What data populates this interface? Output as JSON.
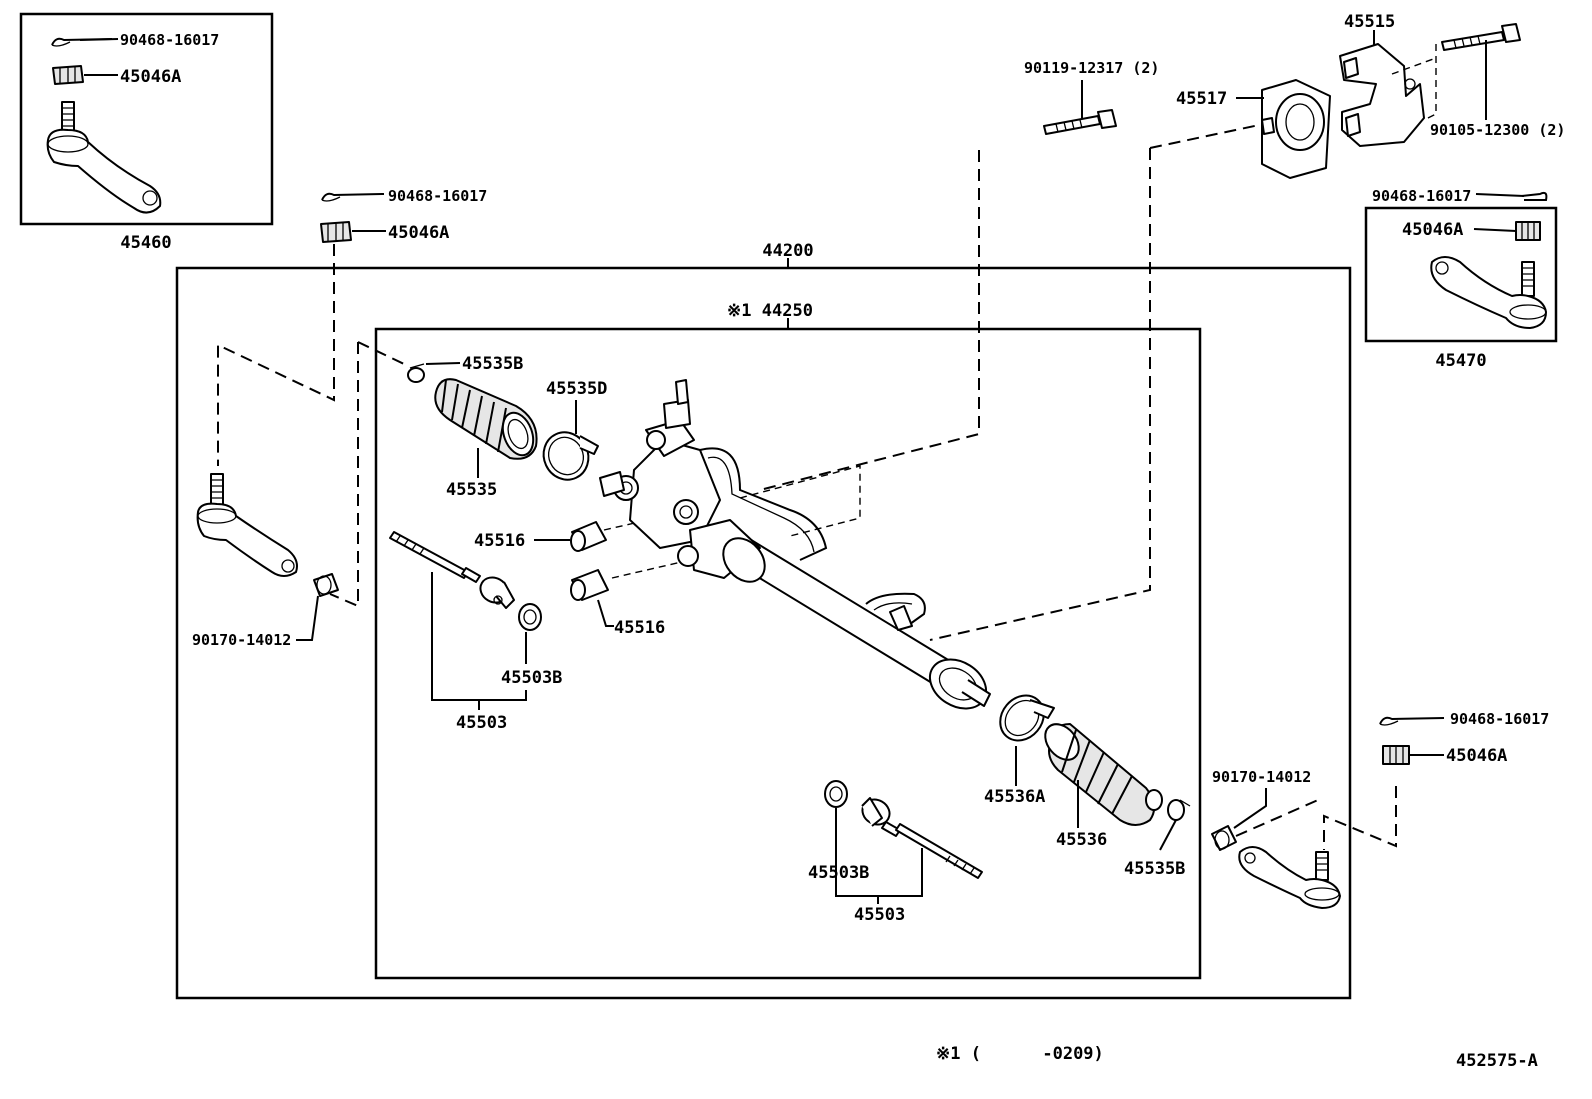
{
  "diagram": {
    "labels": {
      "l_90468_a": "90468-16017",
      "l_45046a_a": "45046A",
      "l_45460": "45460",
      "l_90468_b": "90468-16017",
      "l_45046a_b": "45046A",
      "l_44200": "44200",
      "l_44250": "※1 44250",
      "l_45535b_a": "45535B",
      "l_45535d": "45535D",
      "l_45535": "45535",
      "l_45516_a": "45516",
      "l_45516_b": "45516",
      "l_90170_a": "90170-14012",
      "l_45503b_a": "45503B",
      "l_45503_a": "45503",
      "l_90119": "90119-12317 (2)",
      "l_45517": "45517",
      "l_45515": "45515",
      "l_90105": "90105-12300 (2)",
      "l_90468_c": "90468-16017",
      "l_45046a_c": "45046A",
      "l_45470": "45470",
      "l_90468_d": "90468-16017",
      "l_45046a_d": "45046A",
      "l_90170_b": "90170-14012",
      "l_45536a": "45536A",
      "l_45536": "45536",
      "l_45535b_b": "45535B",
      "l_45503b_b": "45503B",
      "l_45503_b": "45503"
    },
    "footnote": "※1 (      -0209)",
    "figure_id": "452575-A"
  }
}
